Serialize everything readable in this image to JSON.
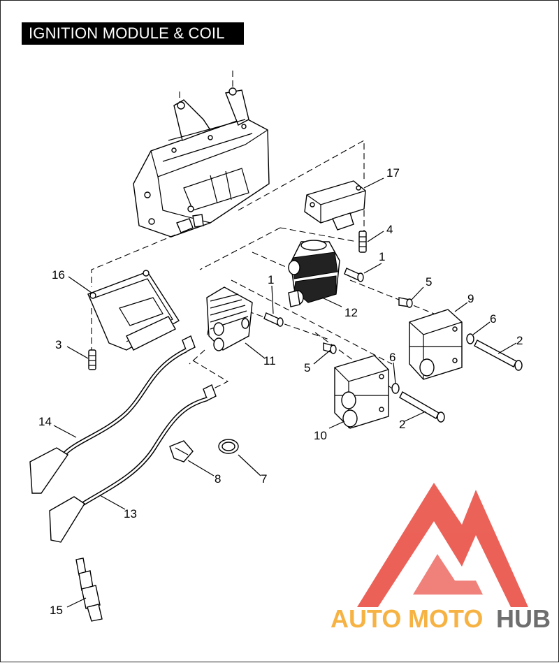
{
  "title": "IGNITION MODULE & COIL",
  "callouts": [
    {
      "id": "c1a",
      "text": "1"
    },
    {
      "id": "c1b",
      "text": "1"
    },
    {
      "id": "c2a",
      "text": "2"
    },
    {
      "id": "c2b",
      "text": "2"
    },
    {
      "id": "c3",
      "text": "3"
    },
    {
      "id": "c4",
      "text": "4"
    },
    {
      "id": "c5a",
      "text": "5"
    },
    {
      "id": "c5b",
      "text": "5"
    },
    {
      "id": "c6a",
      "text": "6"
    },
    {
      "id": "c6b",
      "text": "6"
    },
    {
      "id": "c7",
      "text": "7"
    },
    {
      "id": "c8",
      "text": "8"
    },
    {
      "id": "c9",
      "text": "9"
    },
    {
      "id": "c10",
      "text": "10"
    },
    {
      "id": "c11",
      "text": "11"
    },
    {
      "id": "c12",
      "text": "12"
    },
    {
      "id": "c13",
      "text": "13"
    },
    {
      "id": "c14",
      "text": "14"
    },
    {
      "id": "c15",
      "text": "15"
    },
    {
      "id": "c16",
      "text": "16"
    },
    {
      "id": "c17",
      "text": "17"
    }
  ],
  "watermark": {
    "auto": "AUTO",
    "moto": "MOTO",
    "hub": "HUB",
    "logo_color": "#e8463c",
    "auto_color": "#f5a623",
    "moto_color": "#f5a623",
    "hub_color": "#555555"
  }
}
